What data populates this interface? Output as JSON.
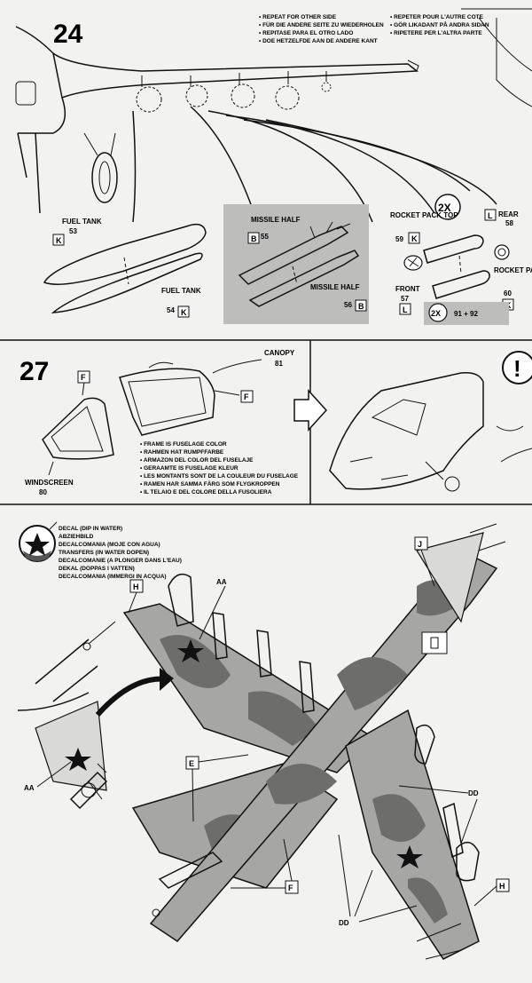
{
  "step24": {
    "number": "24",
    "repeat_lines": [
      "• REPEAT FOR OTHER SIDE",
      "• FÜR DIE ANDERE SEITE ZU WIEDERHOLEN",
      "• REPITASE PARA EL OTRO LADO",
      "• DOE HETZELFDE AAN DE ANDERE KANT"
    ],
    "repeat_lines_right": [
      "• REPETER POUR L'AUTRE COTE",
      "• GÖR LIKADANT PÅ ANDRA SIDAN",
      "• RIPETERE PER L'ALTRA PARTE"
    ],
    "fuel_tank_top": {
      "name": "FUEL TANK",
      "num": "53",
      "code": "K"
    },
    "fuel_tank_bottom": {
      "name": "FUEL TANK",
      "num": "54",
      "code": "K"
    },
    "missile_top": {
      "name": "MISSILE HALF",
      "num": "55",
      "code": "B"
    },
    "missile_bottom": {
      "name": "MISSILE HALF",
      "num": "56",
      "code": "B"
    },
    "qty_2x": "2X",
    "rocket_top": {
      "name": "ROCKET PACK TOP",
      "num": "59",
      "code": "K"
    },
    "rocket_front": {
      "name": "FRONT",
      "num": "57",
      "code": "L"
    },
    "rocket_rear": {
      "name": "REAR",
      "num": "58",
      "code": "L"
    },
    "rocket_bottom": {
      "name": "ROCKET PACK BOTTOM",
      "num": "60",
      "code": "K"
    },
    "footer_qty": "2X",
    "footer_parts": "91 + 92"
  },
  "step27": {
    "number": "27",
    "canopy": {
      "name": "CANOPY",
      "num": "81",
      "code": "F"
    },
    "windscreen": {
      "name": "WINDSCREEN",
      "num": "80",
      "code": "F"
    },
    "note_lines": [
      "• FRAME IS FUSELAGE COLOR",
      "• RAHMEN HAT RUMPFFARBE",
      "• ARMAZON DEL COLOR DEL FUSELAJE",
      "• GERAAMTE IS FUSELAGE KLEUR",
      "• LES MONTANTS SONT DE LA COULEUR DU FUSELAGE",
      "• RAMEN HAR SAMMA FÄRG SOM FLYGKROPPEN",
      "• IL TELAIO E DEL COLORE DELLA FUSOLIERA"
    ],
    "warning_symbol": "!"
  },
  "decal": {
    "lines": [
      "DECAL (DIP IN WATER)",
      "ABZIEHBILD",
      "DECALCOMANIA (MOJE CON AGUA)",
      "TRANSFERS (IN WATER DOPEN)",
      "DECALCOMANIE (A PLONGER DANS L'EAU)",
      "DEKAL (DOPPAS I VATTEN)",
      "DECALCOMANIA (IMMERGI IN ACQUA)"
    ],
    "callouts": {
      "h": "H",
      "aa": "AA",
      "j": "J",
      "e": "E",
      "f": "F",
      "dd": "DD"
    }
  },
  "colors": {
    "paper": "#f2f2f0",
    "camo_dark": "#6d6d6b",
    "camo_mid": "#a6a6a4",
    "camo_light": "#d9d9d7",
    "gray_panel": "#bdbdbb",
    "ink": "#111111"
  }
}
